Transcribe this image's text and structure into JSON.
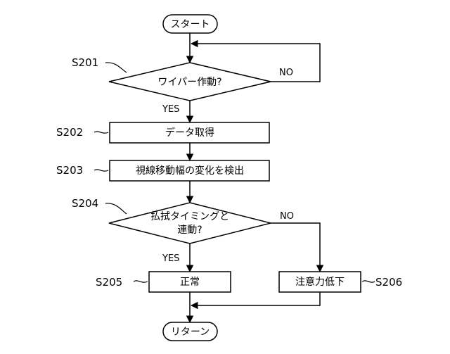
{
  "nodes": {
    "start": "スタート",
    "s201": "ワイパー作動?",
    "s202": "データ取得",
    "s203": "視線移動幅の変化を検出",
    "s204_line1": "払拭タイミングと",
    "s204_line2": "連動?",
    "s205": "正常",
    "s206": "注意力低下",
    "end": "リターン"
  },
  "refs": {
    "s201": "S201",
    "s202": "S202",
    "s203": "S203",
    "s204": "S204",
    "s205": "S205",
    "s206": "S206"
  },
  "branches": {
    "s201_yes": "YES",
    "s201_no": "NO",
    "s204_yes": "YES",
    "s204_no": "NO"
  }
}
